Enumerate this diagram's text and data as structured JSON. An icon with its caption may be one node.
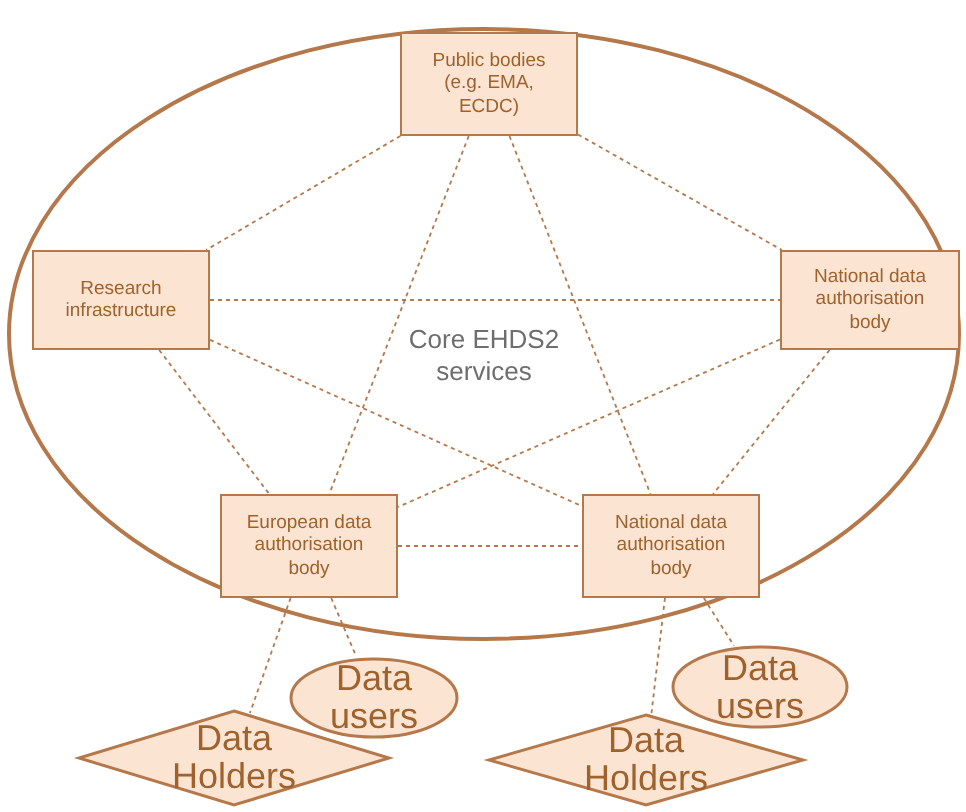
{
  "diagram": {
    "nodes": [
      {
        "text": [
          "Core EHDS2 services"
        ]
      },
      {
        "text": [
          "Public bodies (e.g. EMA, ECDC)"
        ],
        "in": 0
      },
      {
        "text": [
          "Research infrastructure"
        ],
        "in": 0
      },
      {
        "text": [
          "National data authorisation body"
        ],
        "in": 0
      },
      {
        "text": [
          "European data authorisation body"
        ],
        "in": 0
      },
      {
        "text": [
          "National data authorisation body"
        ],
        "in": 0
      },
      {
        "text": [
          "Data users"
        ]
      },
      {
        "text": [
          "Data Holders"
        ]
      },
      {
        "text": [
          "Data users"
        ]
      },
      {
        "text": [
          "Data Holders"
        ]
      }
    ],
    "edges": [
      {
        "from": 1,
        "to": 2,
        "arrow": "none",
        "style": "dashed"
      },
      {
        "from": 1,
        "to": 3,
        "arrow": "none",
        "style": "dashed"
      },
      {
        "from": 1,
        "to": 4,
        "arrow": "none",
        "style": "dashed"
      },
      {
        "from": 1,
        "to": 5,
        "arrow": "none",
        "style": "dashed"
      },
      {
        "from": 2,
        "to": 3,
        "arrow": "none",
        "style": "dashed"
      },
      {
        "from": 2,
        "to": 4,
        "arrow": "none",
        "style": "dashed"
      },
      {
        "from": 2,
        "to": 5,
        "arrow": "none",
        "style": "dashed"
      },
      {
        "from": 3,
        "to": 4,
        "arrow": "none",
        "style": "dashed"
      },
      {
        "from": 3,
        "to": 5,
        "arrow": "none",
        "style": "dashed"
      },
      {
        "from": 4,
        "to": 5,
        "arrow": "none",
        "style": "dashed"
      },
      {
        "from": 4,
        "to": 6,
        "arrow": "none",
        "style": "dashed"
      },
      {
        "from": 4,
        "to": 7,
        "arrow": "none",
        "style": "dashed"
      },
      {
        "from": 5,
        "to": 8,
        "arrow": "none",
        "style": "dashed"
      },
      {
        "from": 5,
        "to": 9,
        "arrow": "none",
        "style": "dashed"
      }
    ]
  }
}
